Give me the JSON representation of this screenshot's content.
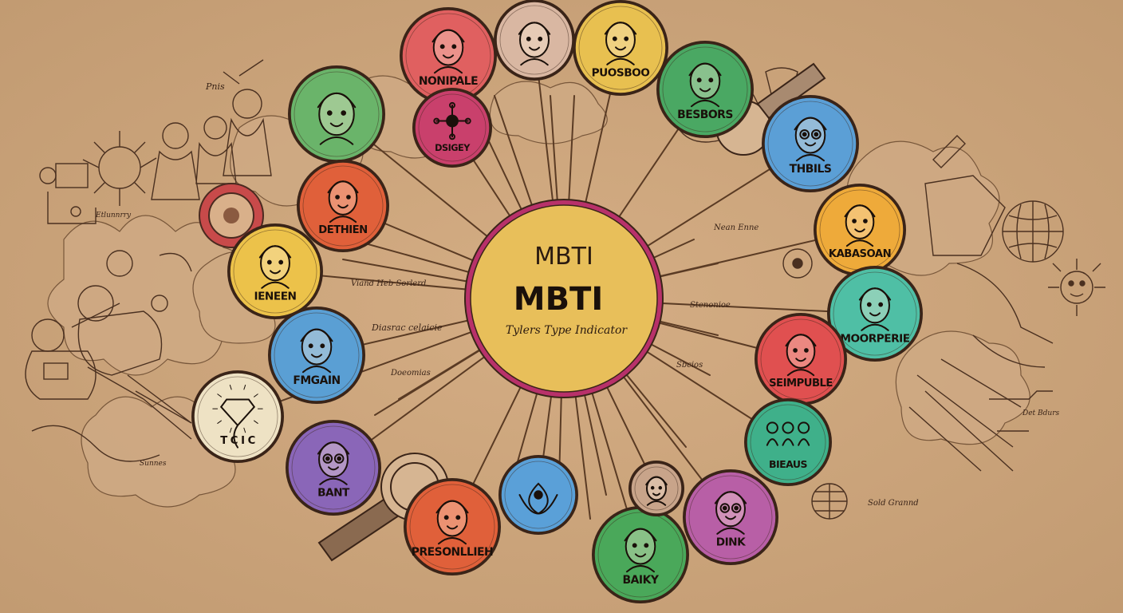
{
  "center": {
    "line1": "MBTI",
    "line2": "MBTI",
    "subtitle": "Tylers Type Indicator",
    "fill": "#e8bf5a",
    "ring": "#b8316a"
  },
  "badges": [
    {
      "id": "nonipale",
      "label": "NONIPALE",
      "color": "#e06060",
      "icon": "person-headscarf-icon"
    },
    {
      "id": "top-mask",
      "label": "",
      "color": "#d9b7a2",
      "icon": "masked-face-icon"
    },
    {
      "id": "puosboo",
      "label": "PUOSBOO",
      "color": "#e8c050",
      "icon": "two-faces-icon"
    },
    {
      "id": "besbors",
      "label": "BESBORS",
      "color": "#4aa863",
      "icon": "musician-icon"
    },
    {
      "id": "green-profile",
      "label": "",
      "color": "#6ab46a",
      "icon": "profile-face-icon"
    },
    {
      "id": "dsigey",
      "label": "DSIGEY",
      "color": "#c9406c",
      "icon": "molecule-icon"
    },
    {
      "id": "thbils",
      "label": "THBILS",
      "color": "#5b9fd6",
      "icon": "glasses-woman-icon"
    },
    {
      "id": "dethien",
      "label": "DETHIEN",
      "color": "#e0603a",
      "icon": "cheering-person-icon"
    },
    {
      "id": "kabasoan",
      "label": "KABASOAN",
      "color": "#eeaa3a",
      "icon": "smiling-woman-icon"
    },
    {
      "id": "ieneen",
      "label": "IENEEN",
      "color": "#ecc24a",
      "icon": "blonde-woman-icon"
    },
    {
      "id": "moorperie",
      "label": "MOORPERIE",
      "color": "#4fbfa5",
      "icon": "long-hair-woman-icon"
    },
    {
      "id": "fmgain",
      "label": "FMGAIN",
      "color": "#5a9fd4",
      "icon": "bright-person-icon"
    },
    {
      "id": "seimpuble",
      "label": "SEIMPUBLE",
      "color": "#e05050",
      "icon": "curly-person-icon"
    },
    {
      "id": "tc-ic",
      "label": "T C   I C",
      "color": "#eee2c4",
      "icon": "gem-icon"
    },
    {
      "id": "bieaus",
      "label": "BIEAUS",
      "color": "#3fb08a",
      "icon": "group-figures-icon"
    },
    {
      "id": "bant",
      "label": "BANT",
      "color": "#8a66b8",
      "icon": "glasses-woman-icon"
    },
    {
      "id": "lotus",
      "label": "",
      "color": "#5aa0d8",
      "icon": "lotus-icon"
    },
    {
      "id": "dink",
      "label": "DINK",
      "color": "#b85fa6",
      "icon": "feathered-face-icon"
    },
    {
      "id": "presonllieh",
      "label": "PRESONLLIEH",
      "color": "#e0603a",
      "icon": "dark-hair-woman-icon"
    },
    {
      "id": "baiky",
      "label": "BAIKY",
      "color": "#4aa85a",
      "icon": "silhouette-icon"
    },
    {
      "id": "small-face",
      "label": "",
      "color": "#c8a48a",
      "icon": "small-face-icon"
    }
  ],
  "annotations": {
    "a1": "Pnis",
    "a2": "Etlunnrry",
    "a3": "Viand Heb Sorlerd",
    "a4": "Diasrac celaicie",
    "a5": "Doeomias",
    "a6": "Sunnes",
    "a7": "Nean Enne",
    "a8": "Stenonioe",
    "a9": "Sbcios",
    "a10": "Sold Grannd",
    "a11": "Det Bdurs"
  }
}
